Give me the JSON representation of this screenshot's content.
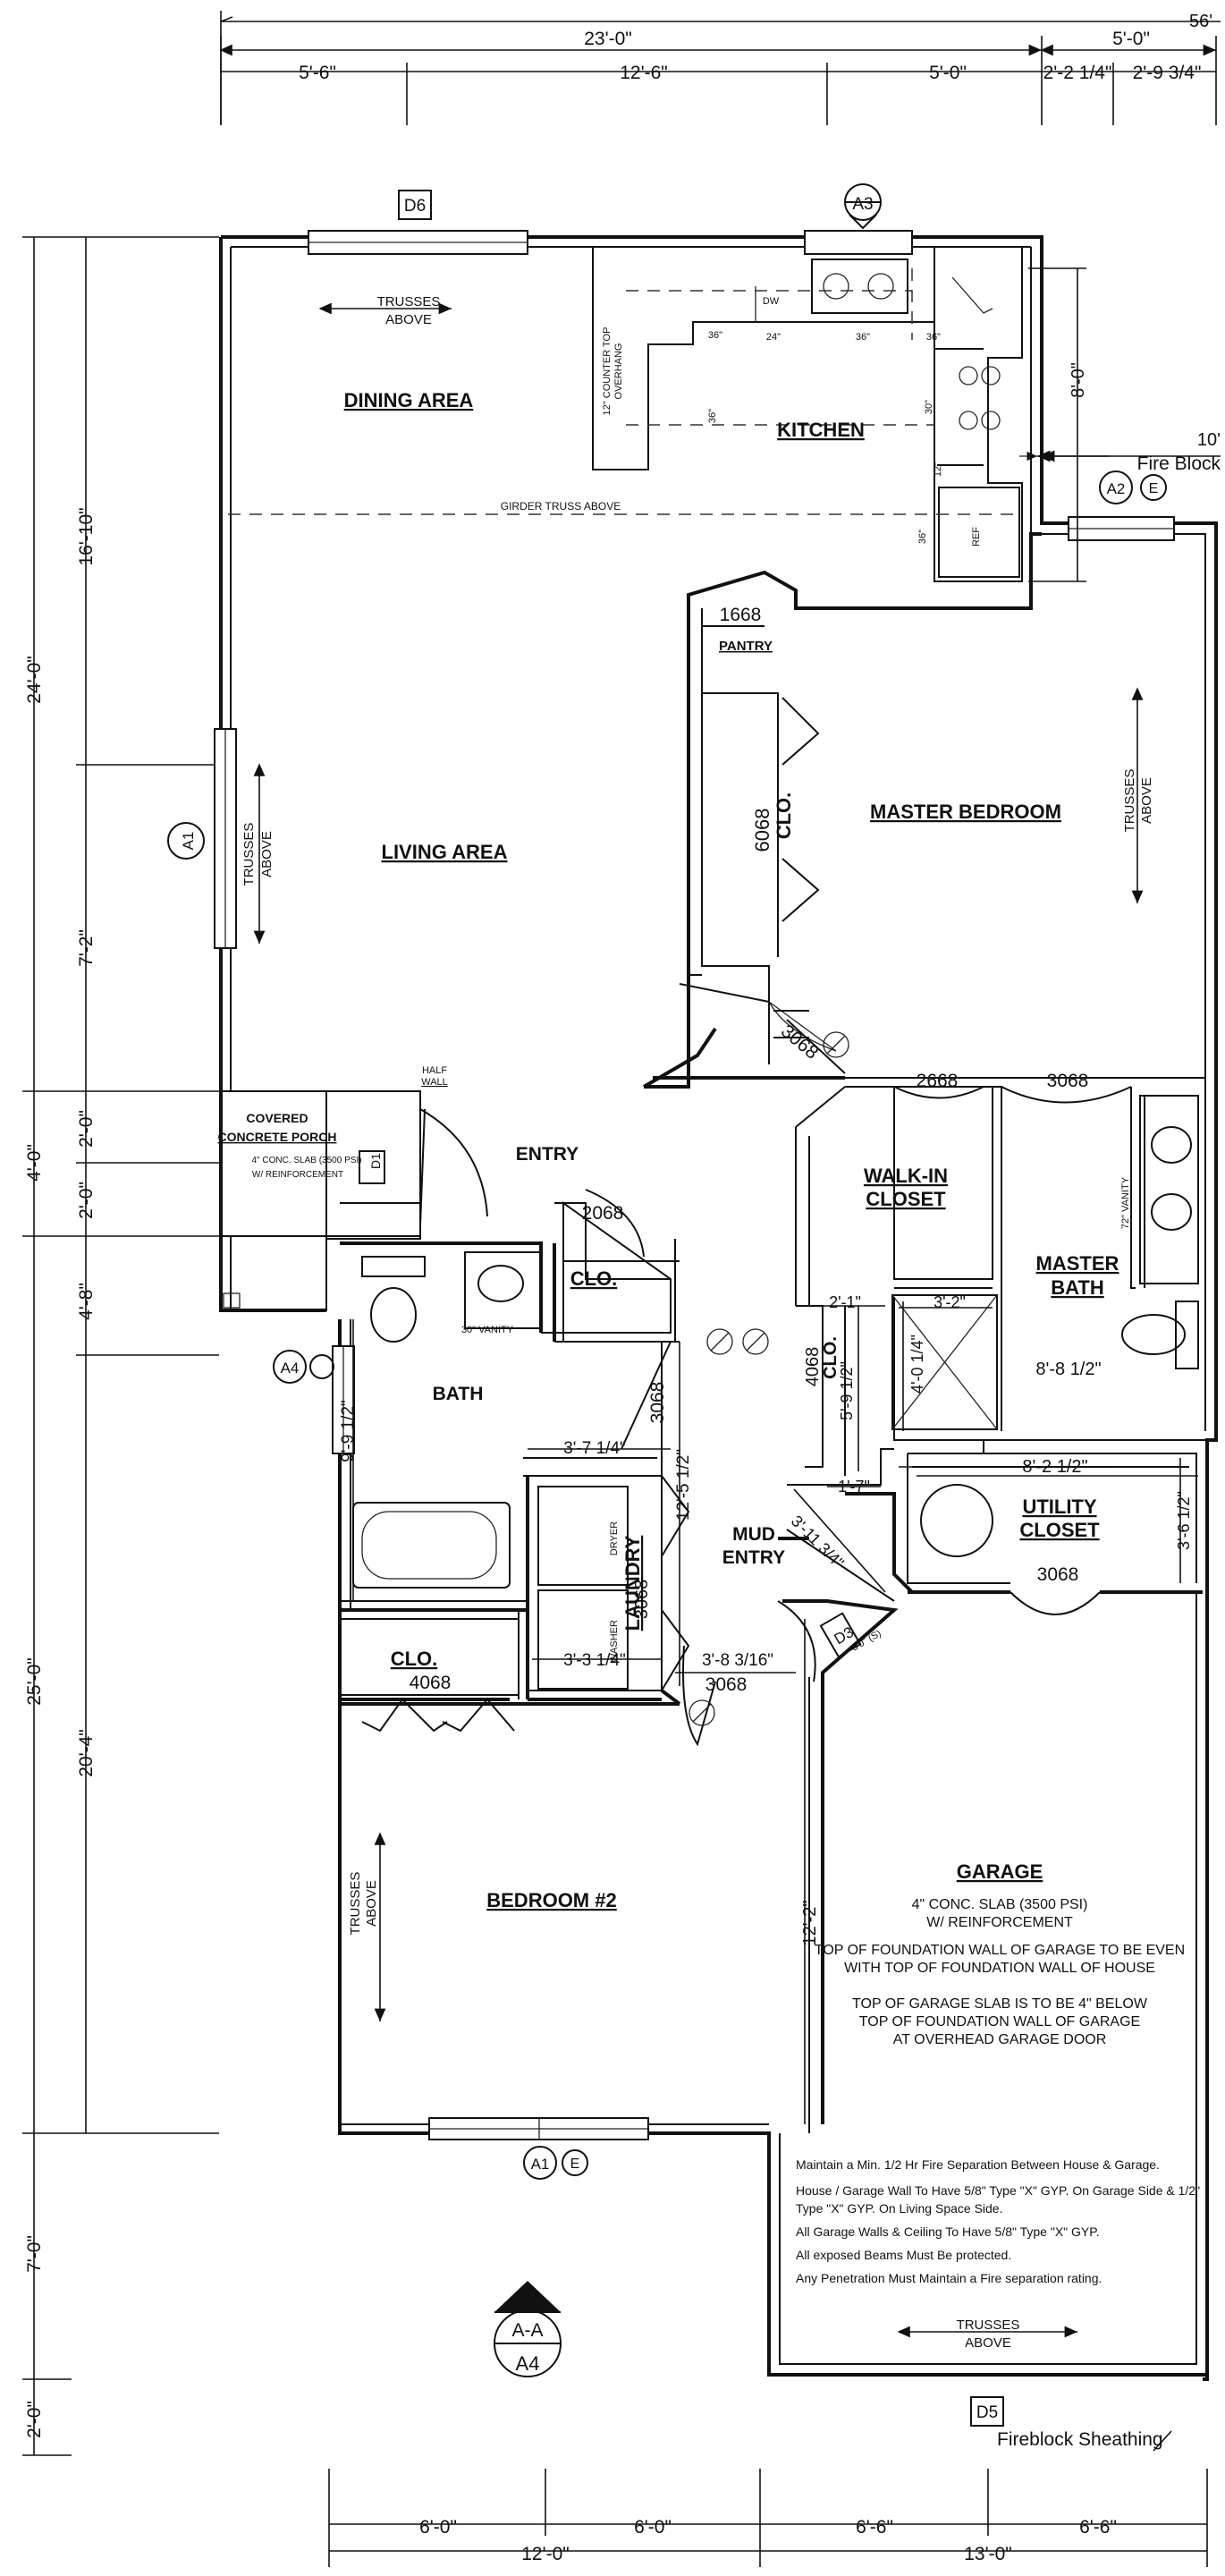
{
  "overall": {
    "width_dim": "23'-0\"",
    "right_dim": "5'-0\"",
    "total_cut": "56'"
  },
  "top_dims": [
    "5'-6\"",
    "12'-6\"",
    "5'-0\"",
    "2'-2 1/4\"",
    "2'-9 3/4\""
  ],
  "left_dims": {
    "outer": [
      "24'-0\"",
      "4'-0\"",
      "25'-0\"",
      "7'-0\"",
      "2'-0\""
    ],
    "inner": [
      "16'-10\"",
      "7'-2\"",
      "2'-0\"",
      "2'-0\"",
      "4'-8\"",
      "20'-4\""
    ]
  },
  "bottom_dims": {
    "row1": [
      "6'-0\"",
      "6'-0\"",
      "6'-6\"",
      "6'-6\""
    ],
    "row2": [
      "12'-0\"",
      "13'-0\""
    ]
  },
  "rooms": {
    "dining": "DINING AREA",
    "kitchen": "KITCHEN",
    "living": "LIVING AREA",
    "master_bedroom": "MASTER BEDROOM",
    "pantry": "PANTRY",
    "entry": "ENTRY",
    "walkin_1": "WALK-IN",
    "walkin_2": "CLOSET",
    "master_bath_1": "MASTER",
    "master_bath_2": "BATH",
    "bath": "BATH",
    "clo": "CLO.",
    "utility_1": "UTILITY",
    "utility_2": "CLOSET",
    "mud_1": "MUD",
    "mud_2": "ENTRY",
    "laundry": "LAUNDRY",
    "bedroom2": "BEDROOM #2",
    "garage": "GARAGE",
    "porch_1": "COVERED",
    "porch_2": "CONCRETE PORCH",
    "porch_3": "4\" CONC. SLAB (3500 PSI)",
    "porch_4": "W/ REINFORCEMENT"
  },
  "doors": {
    "d1668": "1668",
    "d6068": "6068",
    "d3068a": "3068",
    "d2668": "2668",
    "d3068b": "3068",
    "d2068": "2068",
    "d4068a": "4068",
    "d3068c": "3068",
    "d3068d": "3068",
    "d3068e": "3068",
    "d4068b": "4068",
    "d3068f": "3068"
  },
  "interior_dims": {
    "cl_w": "2'-1\"",
    "sh_w": "3'-2\"",
    "sh_h": "4'-0 1/4\"",
    "cl_h": "5'-9 1/2\"",
    "mb_w": "8'-8 1/2\"",
    "cl_b": "1'-7\"",
    "ut_w": "8'-2 1/2\"",
    "ut_h": "3'-6 1/2\"",
    "bath_h": "9'-9 1/2\"",
    "bath_w": "3'-7 1/4\"",
    "ld_h": "12'-5 1/2\"",
    "mud_d": "3'-11 3/4\"",
    "ld_w": "3'-3 1/4\"",
    "mud_w": "3'-8 3/16\"",
    "gar_h": "12'-2\"",
    "kit_8": "8'-0\""
  },
  "labels": {
    "trusses": "TRUSSES",
    "above": "ABOVE",
    "girder": "GIRDER TRUSS ABOVE",
    "half_wall_1": "HALF",
    "half_wall_2": "WALL",
    "counter_1": "12\" COUNTER TOP",
    "counter_2": "OVERHANG",
    "dw": "DW",
    "ref": "REF",
    "k36a": "36\"",
    "k24": "24\"",
    "k36b": "36\"",
    "k36c": "36\"",
    "k36d": "36\"",
    "k30": "30\"",
    "k12": "12\"",
    "k36e": "36\"",
    "vanity": "30\" VANITY",
    "vanity72": "72\" VANITY",
    "dryer": "DRYER",
    "washer": "WASHER",
    "fire_10": "10'",
    "fire_block": "Fire Block",
    "fireblock_sheath": "Fireblock Sheathing",
    "d5": "D5",
    "d6": "D6",
    "d1": "D1",
    "d3": "D3",
    "a3": "A3",
    "a1": "A1",
    "a2": "A2",
    "a4": "A4",
    "e": "E",
    "section_1": "A-A",
    "section_2": "A4",
    "swing": "3'0\" (S)"
  },
  "garage_notes": [
    "4\" CONC. SLAB (3500 PSI)",
    "W/ REINFORCEMENT",
    "TOP OF FOUNDATION WALL OF GARAGE TO BE EVEN",
    "WITH TOP OF FOUNDATION WALL OF HOUSE",
    "TOP OF GARAGE SLAB IS TO BE 4\" BELOW",
    "TOP OF FOUNDATION WALL OF GARAGE",
    "AT OVERHEAD GARAGE DOOR"
  ],
  "fire_notes": [
    "Maintain a Min. 1/2 Hr Fire Separation Between House & Garage.",
    "House / Garage Wall To Have 5/8\" Type \"X\" GYP. On Garage Side & 1/2\"",
    "Type \"X\" GYP. On Living Space Side.",
    "All Garage Walls & Ceiling To Have 5/8\" Type \"X\" GYP.",
    "All exposed Beams Must Be protected.",
    "Any Penetration Must Maintain a Fire separation rating."
  ]
}
